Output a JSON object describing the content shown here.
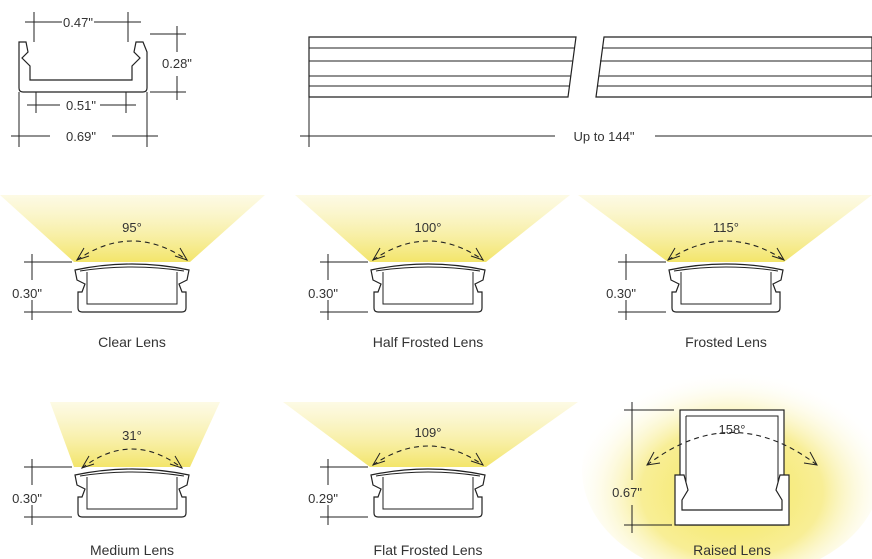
{
  "top": {
    "dim_top_width": "0.47\"",
    "dim_height": "0.28\"",
    "dim_inner_width": "0.51\"",
    "dim_outer_width": "0.69\"",
    "length_label": "Up to 144\""
  },
  "lenses": [
    {
      "name": "Clear Lens",
      "angle": "95°",
      "height": "0.30\""
    },
    {
      "name": "Half Frosted Lens",
      "angle": "100°",
      "height": "0.30\""
    },
    {
      "name": "Frosted Lens",
      "angle": "115°",
      "height": "0.30\""
    },
    {
      "name": "Medium Lens",
      "angle": "31°",
      "height": "0.30\""
    },
    {
      "name": "Flat Frosted Lens",
      "angle": "109°",
      "height": "0.29\""
    },
    {
      "name": "Raised Lens",
      "angle": "158°",
      "height": "0.67\""
    }
  ],
  "colors": {
    "light": "#f6ec8a",
    "line": "#222222"
  }
}
